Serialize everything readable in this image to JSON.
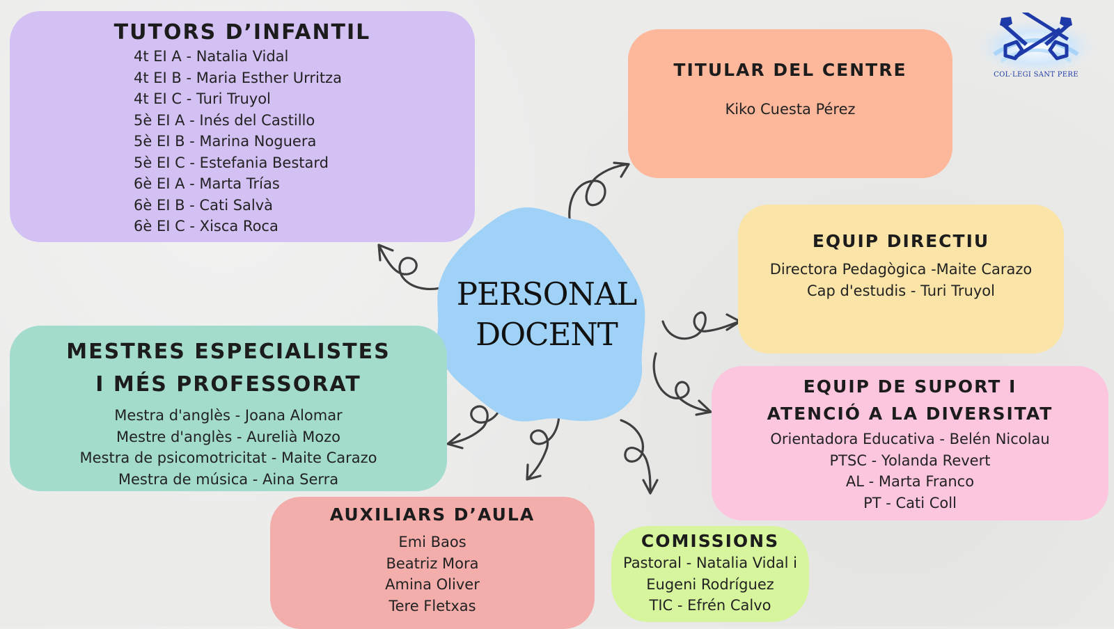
{
  "center": {
    "line1": "PERSONAL",
    "line2": "DOCENT"
  },
  "logo": {
    "text": "COL·LEGI SANT PERE",
    "icon": "crossed-keys-icon",
    "color": "#1d3aa8"
  },
  "colors": {
    "tutors": "#d4c1f4",
    "titular": "#fdb89b",
    "directiu": "#fbe4a7",
    "especialistes": "#a3dccd",
    "suport": "#fdc6df",
    "auxiliars": "#f3aeac",
    "comissions": "#d6f59c",
    "center": "#9fd2f6"
  },
  "tutors": {
    "title": "TUTORS D’INFANTIL",
    "items": [
      "4t EI A - Natalia Vidal",
      "4t EI B - Maria Esther Urritza",
      "4t EI C - Turi Truyol",
      "5è EI A - Inés del Castillo",
      "5è EI B - Marina Noguera",
      "5è EI C - Estefania Bestard",
      "6è EI A - Marta Trías",
      "6è EI B - Cati Salvà",
      "6è EI C - Xisca Roca"
    ]
  },
  "titular": {
    "title": "TITULAR DEL CENTRE",
    "items": [
      "Kiko Cuesta Pérez"
    ]
  },
  "directiu": {
    "title": "EQUIP DIRECTIU",
    "items": [
      "Directora Pedagògica -Maite Carazo",
      "Cap d'estudis - Turi Truyol"
    ]
  },
  "especialistes": {
    "title_line1": "MESTRES ESPECIALISTES",
    "title_line2": "I MÉS PROFESSORAT",
    "items": [
      "Mestra d'anglès - Joana Alomar",
      "Mestre d'anglès - Aurelià Mozo",
      "Mestra de psicomotricitat - Maite Carazo",
      "Mestra de música - Aina Serra"
    ]
  },
  "suport": {
    "title_line1": "EQUIP DE SUPORT I",
    "title_line2": "ATENCIÓ A LA DIVERSITAT",
    "items": [
      "Orientadora Educativa - Belén Nicolau",
      "PTSC - Yolanda Revert",
      "AL - Marta Franco",
      "PT - Cati Coll"
    ]
  },
  "auxiliars": {
    "title": "AUXILIARS D’AULA",
    "items": [
      "Emi Baos",
      "Beatriz Mora",
      "Amina Oliver",
      "Tere Fletxas"
    ]
  },
  "comissions": {
    "title": "COMISSIONS",
    "items": [
      "Pastoral - Natalia Vidal i",
      "Eugeni Rodríguez",
      "TIC - Efrén Calvo"
    ]
  }
}
